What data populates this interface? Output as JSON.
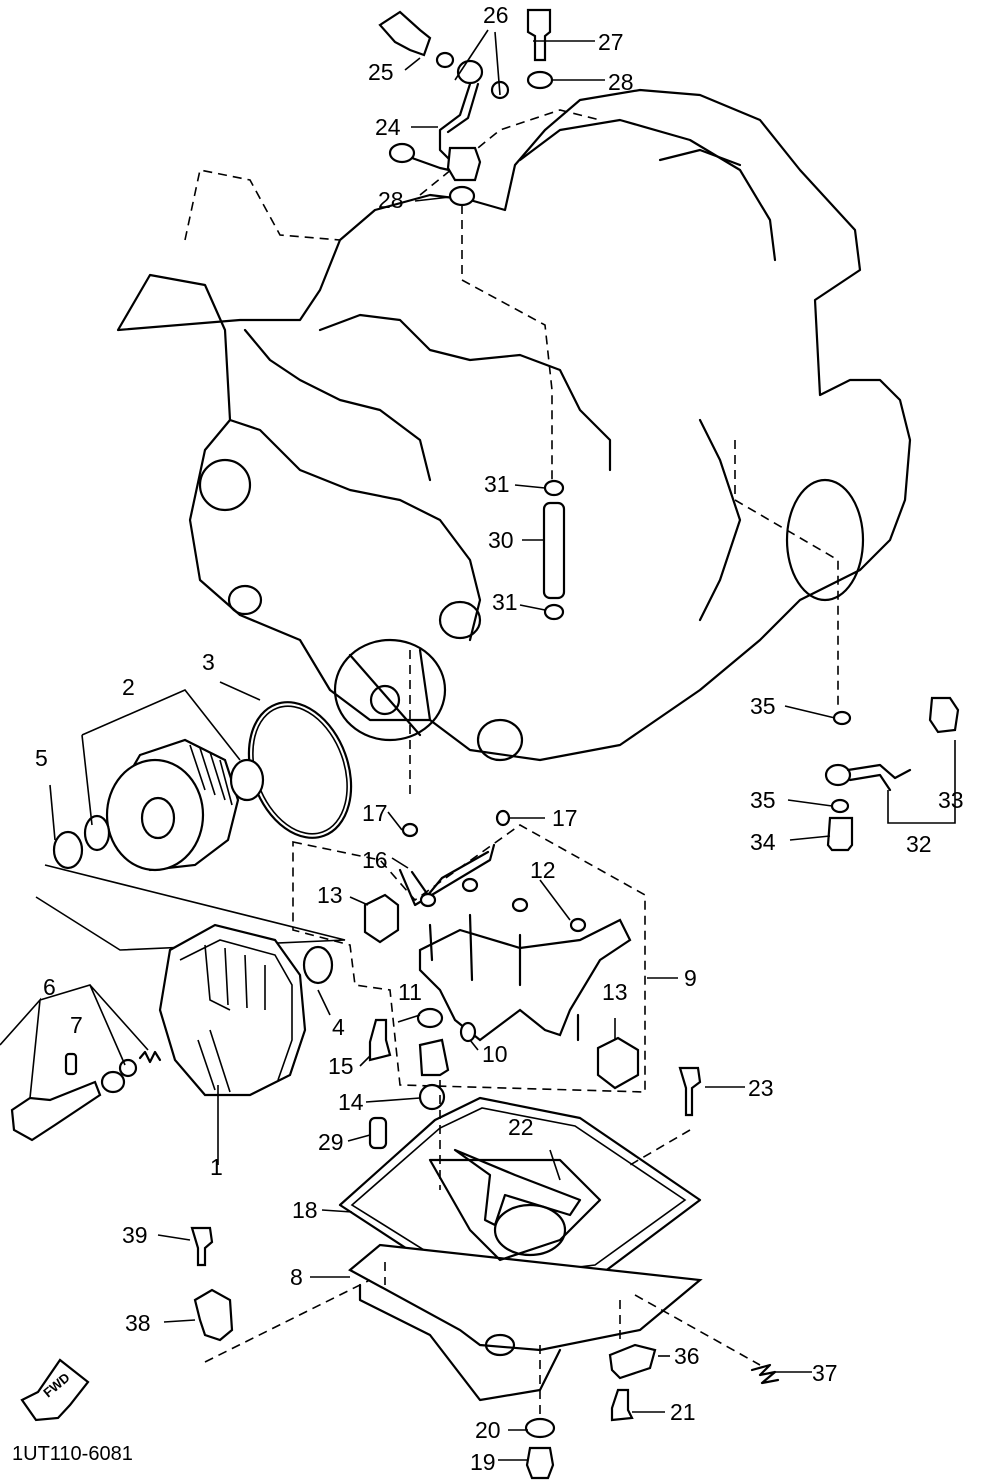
{
  "diagram": {
    "callouts": [
      {
        "id": "c1",
        "text": "1"
      },
      {
        "id": "c2",
        "text": "2"
      },
      {
        "id": "c3",
        "text": "3"
      },
      {
        "id": "c4",
        "text": "4"
      },
      {
        "id": "c5",
        "text": "5"
      },
      {
        "id": "c6",
        "text": "6"
      },
      {
        "id": "c7",
        "text": "7"
      },
      {
        "id": "c8",
        "text": "8"
      },
      {
        "id": "c9",
        "text": "9"
      },
      {
        "id": "c10",
        "text": "10"
      },
      {
        "id": "c11",
        "text": "11"
      },
      {
        "id": "c12",
        "text": "12"
      },
      {
        "id": "c13a",
        "text": "13"
      },
      {
        "id": "c13b",
        "text": "13"
      },
      {
        "id": "c14",
        "text": "14"
      },
      {
        "id": "c15",
        "text": "15"
      },
      {
        "id": "c16",
        "text": "16"
      },
      {
        "id": "c17a",
        "text": "17"
      },
      {
        "id": "c17b",
        "text": "17"
      },
      {
        "id": "c18",
        "text": "18"
      },
      {
        "id": "c19",
        "text": "19"
      },
      {
        "id": "c20",
        "text": "20"
      },
      {
        "id": "c21",
        "text": "21"
      },
      {
        "id": "c22",
        "text": "22"
      },
      {
        "id": "c23",
        "text": "23"
      },
      {
        "id": "c24",
        "text": "24"
      },
      {
        "id": "c25",
        "text": "25"
      },
      {
        "id": "c26",
        "text": "26"
      },
      {
        "id": "c27",
        "text": "27"
      },
      {
        "id": "c28a",
        "text": "28"
      },
      {
        "id": "c28b",
        "text": "28"
      },
      {
        "id": "c29",
        "text": "29"
      },
      {
        "id": "c30",
        "text": "30"
      },
      {
        "id": "c31a",
        "text": "31"
      },
      {
        "id": "c31b",
        "text": "31"
      },
      {
        "id": "c32",
        "text": "32"
      },
      {
        "id": "c33",
        "text": "33"
      },
      {
        "id": "c34",
        "text": "34"
      },
      {
        "id": "c35a",
        "text": "35"
      },
      {
        "id": "c35b",
        "text": "35"
      },
      {
        "id": "c36",
        "text": "36"
      },
      {
        "id": "c37",
        "text": "37"
      },
      {
        "id": "c38",
        "text": "38"
      },
      {
        "id": "c39",
        "text": "39"
      }
    ],
    "drawing_code": "1UT110-6081",
    "fwd_label": "FWD"
  }
}
